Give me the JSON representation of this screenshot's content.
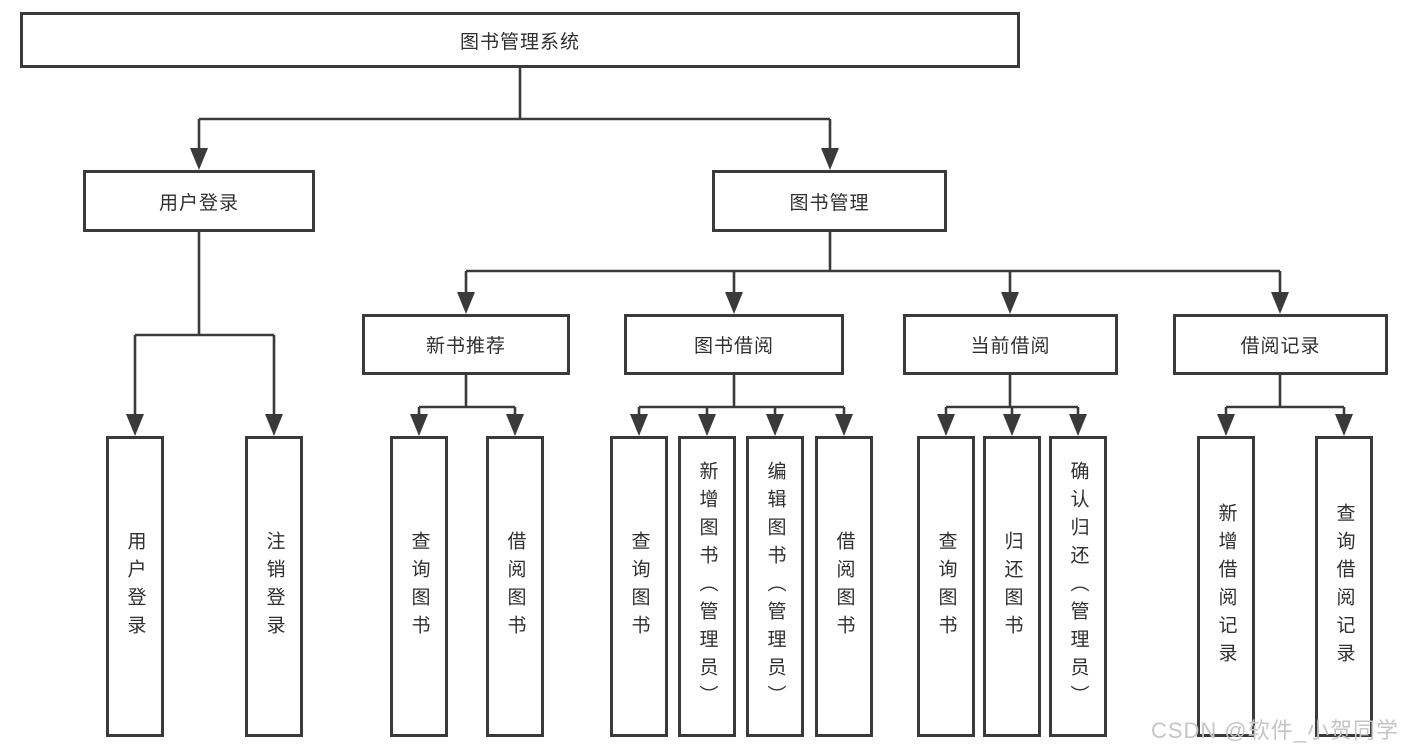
{
  "tree": {
    "label": "图书管理系统",
    "children": [
      {
        "label": "用户登录",
        "children": [
          {
            "label": "用户登录"
          },
          {
            "label": "注销登录"
          }
        ]
      },
      {
        "label": "图书管理",
        "children": [
          {
            "label": "新书推荐",
            "children": [
              {
                "label": "查询图书"
              },
              {
                "label": "借阅图书"
              }
            ]
          },
          {
            "label": "图书借阅",
            "children": [
              {
                "label": "查询图书"
              },
              {
                "label": "新增图书（管理员）"
              },
              {
                "label": "编辑图书（管理员）"
              },
              {
                "label": "借阅图书"
              }
            ]
          },
          {
            "label": "当前借阅",
            "children": [
              {
                "label": "查询图书"
              },
              {
                "label": "归还图书"
              },
              {
                "label": "确认归还（管理员）"
              }
            ]
          },
          {
            "label": "借阅记录",
            "children": [
              {
                "label": "新增借阅记录"
              },
              {
                "label": "查询借阅记录"
              }
            ]
          }
        ]
      }
    ]
  },
  "watermark": {
    "text": "CSDN @软件_小贺同学"
  },
  "colors": {
    "line": "#3a3a3a",
    "text": "#2f2f2f",
    "watermark": "#c5c5c5",
    "background": "#ffffff"
  }
}
